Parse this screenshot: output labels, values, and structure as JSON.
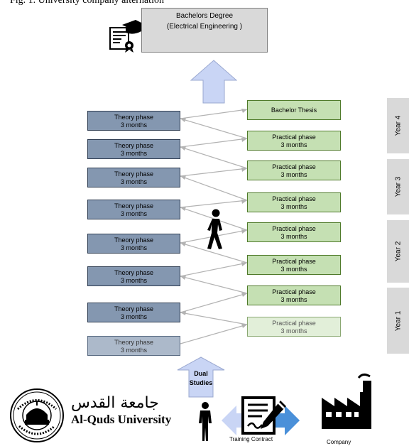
{
  "caption": "Fig. 1.    University company alternation",
  "degree": {
    "line1": "Bachelors Degree",
    "line2": "(Electrical Engineering   )"
  },
  "theory_phases": [
    {
      "title": "Theory phase",
      "sub": "3 months"
    },
    {
      "title": "Theory phase",
      "sub": "3 months"
    },
    {
      "title": "Theory phase",
      "sub": "3 months"
    },
    {
      "title": "Theory phase",
      "sub": "3 months"
    },
    {
      "title": "Theory phase",
      "sub": "3 months"
    },
    {
      "title": "Theory phase",
      "sub": "3 months"
    },
    {
      "title": "Theory phase",
      "sub": "3 months"
    },
    {
      "title": "Theory phase",
      "sub": "3 months"
    }
  ],
  "practical_phases": [
    {
      "title": "Bachelor Thesis",
      "sub": ""
    },
    {
      "title": "Practical phase",
      "sub": "3 months"
    },
    {
      "title": "Practical phase",
      "sub": "3 months"
    },
    {
      "title": "Practical phase",
      "sub": "3 months"
    },
    {
      "title": "Practical phase",
      "sub": "3 months"
    },
    {
      "title": "Practical phase",
      "sub": "3 months"
    },
    {
      "title": "Practical phase",
      "sub": "3 months"
    },
    {
      "title": "Practical phase",
      "sub": "3 months"
    }
  ],
  "years": [
    "Year 4",
    "Year 3",
    "Year 2",
    "Year 1"
  ],
  "dual_studies": {
    "line1": "Dual",
    "line2": "Studies"
  },
  "university": {
    "arabic": "جامعة القدس",
    "english": "Al-Quds University",
    "seal_text": "AL-QUDS UNIVERSITY"
  },
  "training_contract": "Training Contract",
  "company": "Company",
  "colors": {
    "theory": "#8497b0",
    "practical": "#c5e0b3",
    "degree": "#d9d9d9",
    "arrow": "#c9d5f5",
    "year": "#d9d9d9"
  },
  "icons": [
    "certificate-icon",
    "person-walking-icon",
    "person-standing-icon",
    "contract-pen-icon",
    "factory-icon",
    "university-seal-icon"
  ]
}
